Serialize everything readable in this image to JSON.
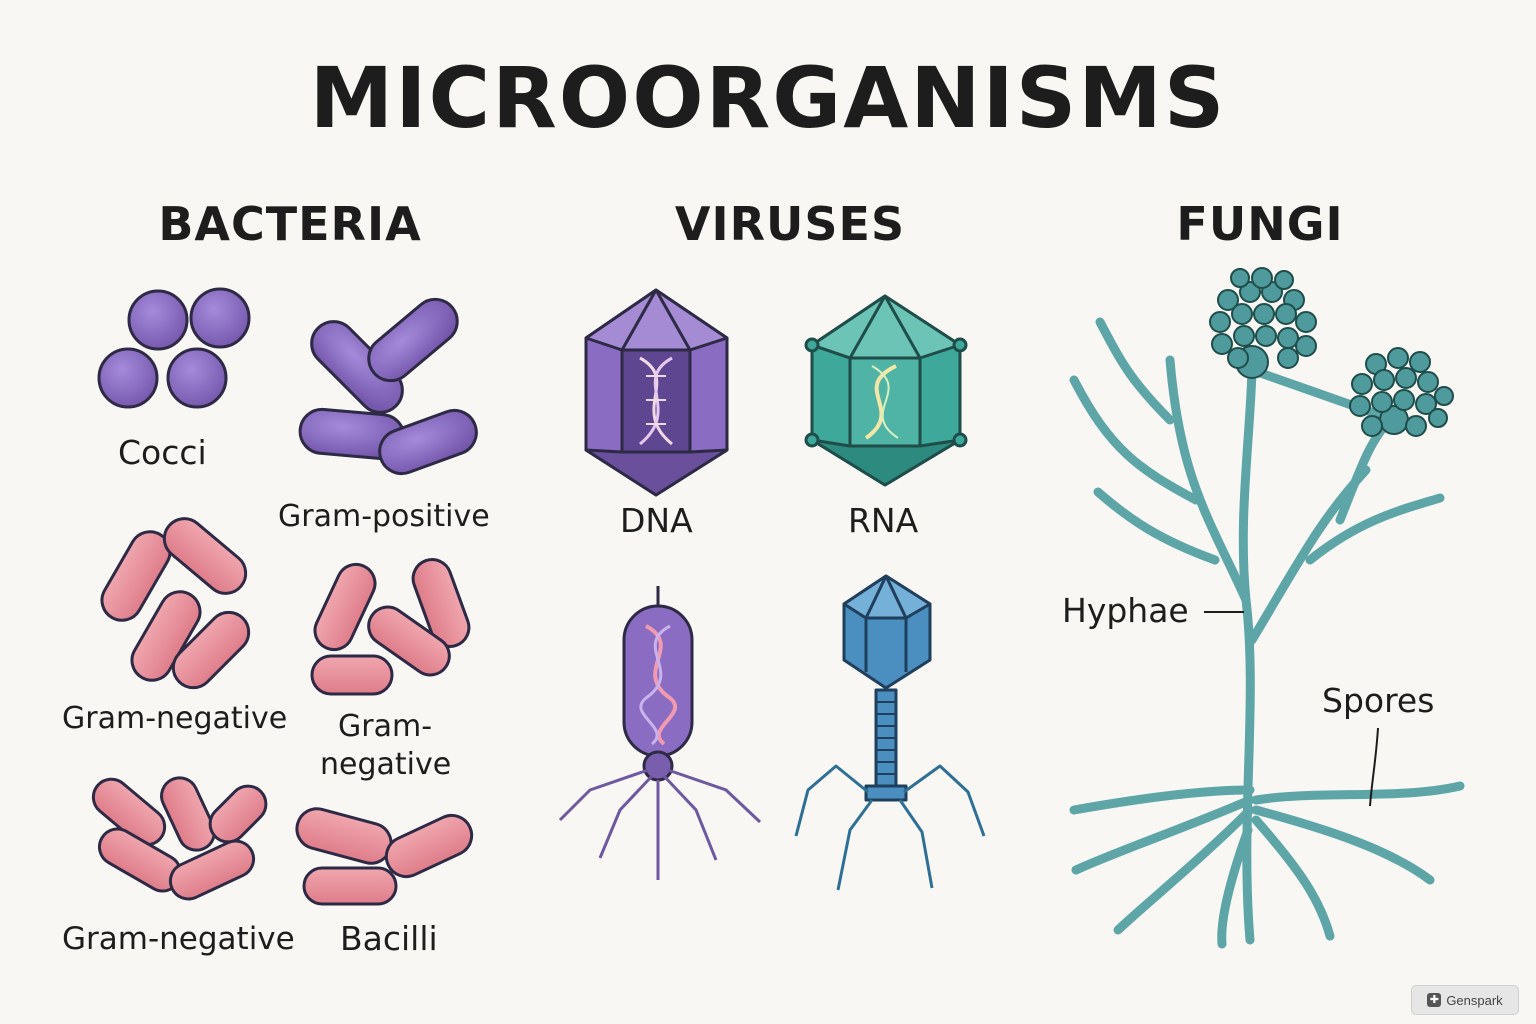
{
  "title": "MICROORGANISMS",
  "sections": {
    "bacteria": {
      "heading": "BACTERIA",
      "labels": {
        "cocci": "Cocci",
        "gram_positive": "Gram-positive",
        "gram_negative_1": "Gram-negative",
        "gram_negative_2_line1": "Gram-",
        "gram_negative_2_line2": "negative",
        "gram_negative_3": "Gram-negative",
        "bacilli": "Bacilli"
      }
    },
    "viruses": {
      "heading": "VIRUSES",
      "labels": {
        "dna": "DNA",
        "rna": "RNA"
      }
    },
    "fungi": {
      "heading": "FUNGI",
      "labels": {
        "hyphae": "Hyphae",
        "spores": "Spores"
      }
    }
  },
  "colors": {
    "bacteria_purple": "#8a6cc2",
    "bacteria_pink": "#e98c97",
    "virus_purple": "#7e5fb3",
    "virus_teal": "#3ea89a",
    "virus_blue": "#4a8fc0",
    "fungi_teal": "#5ea5a8",
    "outline": "#2e2a45"
  },
  "watermark": {
    "text": "Genspark",
    "icon": "genspark-logo-icon"
  }
}
